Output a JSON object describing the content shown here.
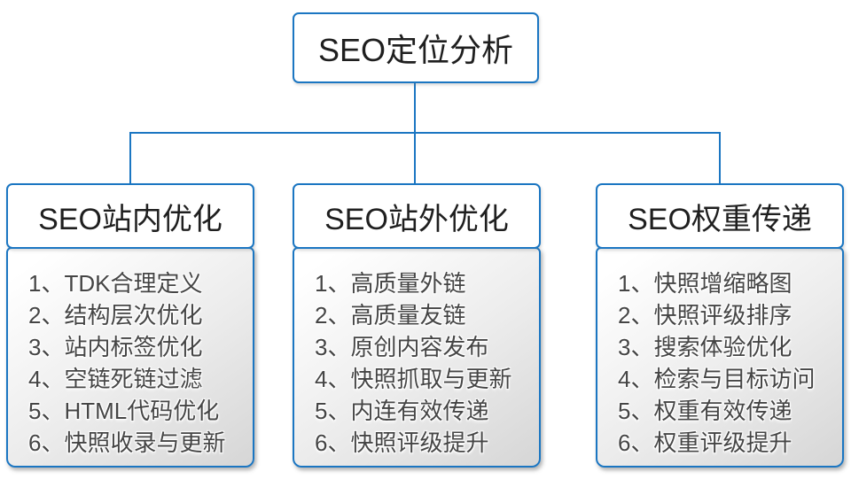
{
  "colors": {
    "line": "#1B76C2",
    "header_text": "#1F1F1F",
    "item_text": "#454545",
    "box_bg": "#FFFFFF",
    "list_bg_top": "#FFFFFF",
    "list_bg_bottom": "#D6D6D6"
  },
  "diagram": {
    "type": "tree",
    "root": {
      "label": "SEO定位分析"
    },
    "branches": [
      {
        "title": "SEO站内优化",
        "items": [
          "1、TDK合理定义",
          "2、结构层次优化",
          "3、站内标签优化",
          "4、空链死链过滤",
          "5、HTML代码优化",
          "6、快照收录与更新"
        ]
      },
      {
        "title": "SEO站外优化",
        "items": [
          "1、高质量外链",
          "2、高质量友链",
          "3、原创内容发布",
          "4、快照抓取与更新",
          "5、内连有效传递",
          "6、快照评级提升"
        ]
      },
      {
        "title": "SEO权重传递",
        "items": [
          "1、快照增缩略图",
          "2、快照评级排序",
          "3、搜索体验优化",
          "4、检索与目标访问",
          "5、权重有效传递",
          "6、权重评级提升"
        ]
      }
    ]
  }
}
